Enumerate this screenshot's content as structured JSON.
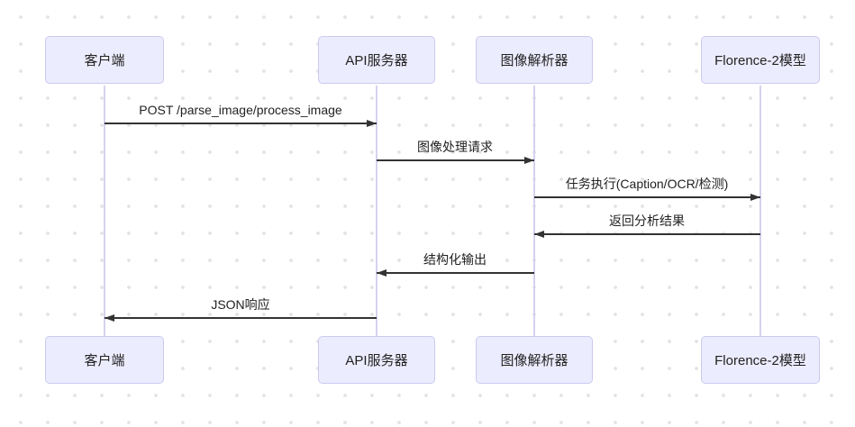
{
  "diagram": {
    "type": "sequence-diagram",
    "actors": [
      {
        "name": "客户端"
      },
      {
        "name": "API服务器"
      },
      {
        "name": "图像解析器"
      },
      {
        "name": "Florence-2模型"
      }
    ],
    "messages": [
      {
        "from": "客户端",
        "to": "API服务器",
        "direction": "right",
        "label": "POST /parse_image/process_image"
      },
      {
        "from": "API服务器",
        "to": "图像解析器",
        "direction": "right",
        "label": "图像处理请求"
      },
      {
        "from": "图像解析器",
        "to": "Florence-2模型",
        "direction": "right",
        "label": "任务执行(Caption/OCR/检测)"
      },
      {
        "from": "Florence-2模型",
        "to": "图像解析器",
        "direction": "left",
        "label": "返回分析结果"
      },
      {
        "from": "图像解析器",
        "to": "API服务器",
        "direction": "left",
        "label": "结构化输出"
      },
      {
        "from": "API服务器",
        "to": "客户端",
        "direction": "left",
        "label": "JSON响应"
      }
    ],
    "colors": {
      "actor_fill": "#ECECFF",
      "actor_border": "#CCC9F0",
      "lifeline": "#D6D1EE",
      "arrow": "#333333",
      "text": "#222222",
      "background_dot": "#E3E3E3"
    }
  }
}
